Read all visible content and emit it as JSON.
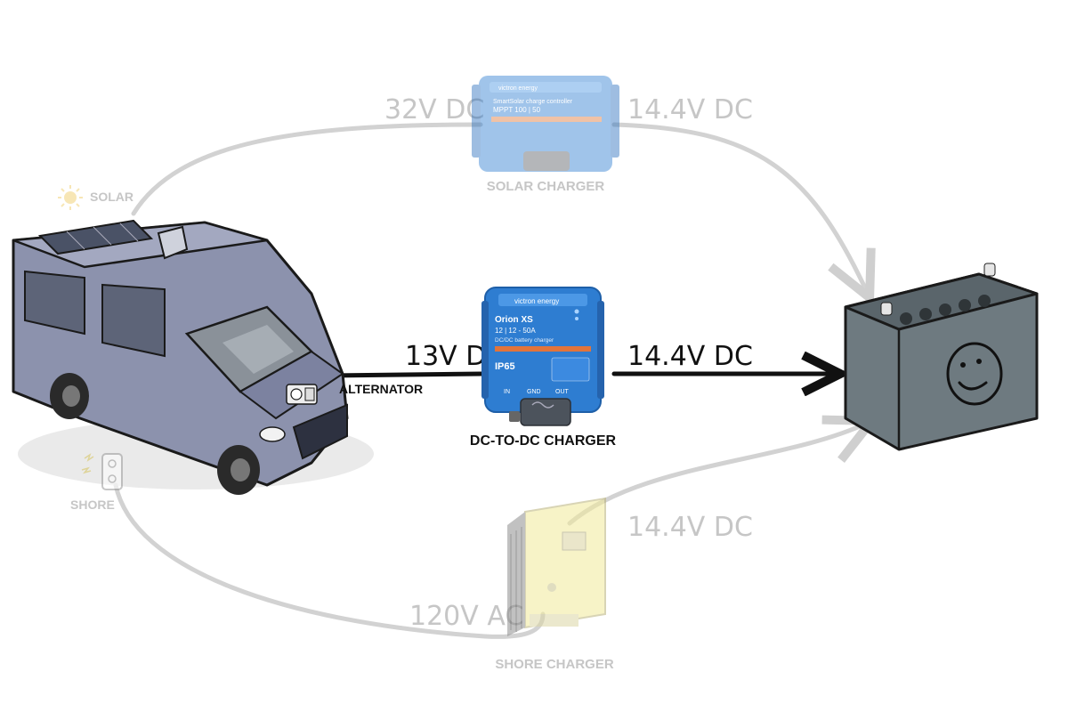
{
  "labels": {
    "solar": "SOLAR",
    "shore": "SHORE",
    "alternator": "ALTERNATOR",
    "solar_charger": "SOLAR CHARGER",
    "dc_dc_charger": "DC-TO-DC CHARGER",
    "shore_charger": "SHORE CHARGER"
  },
  "voltages": {
    "solar_in": "32V DC",
    "solar_out": "14.4V DC",
    "alt_in": "13V DC",
    "alt_out": "14.4V DC",
    "shore_out": "14.4V DC",
    "shore_in": "120V AC"
  },
  "solar_device": {
    "brand": "victron energy",
    "line1": "SmartSolar charge controller",
    "line2": "MPPT 100 | 50"
  },
  "dcdc_device": {
    "brand": "victron energy",
    "model": "Orion XS",
    "spec": "12 | 12 - 50A",
    "desc": "DC/DC battery charger",
    "rating": "IP65",
    "term_in": "IN",
    "term_gnd": "GND",
    "term_out": "OUT"
  },
  "colors": {
    "faded_line": "#cfcfcf",
    "faded_text": "#c4c4c4",
    "active_line": "#111111",
    "van_body": "#8c92ad",
    "battery": "#6e7a80",
    "victron_blue": "#2e7dd1",
    "shore_yellow": "#f2ec9a"
  }
}
